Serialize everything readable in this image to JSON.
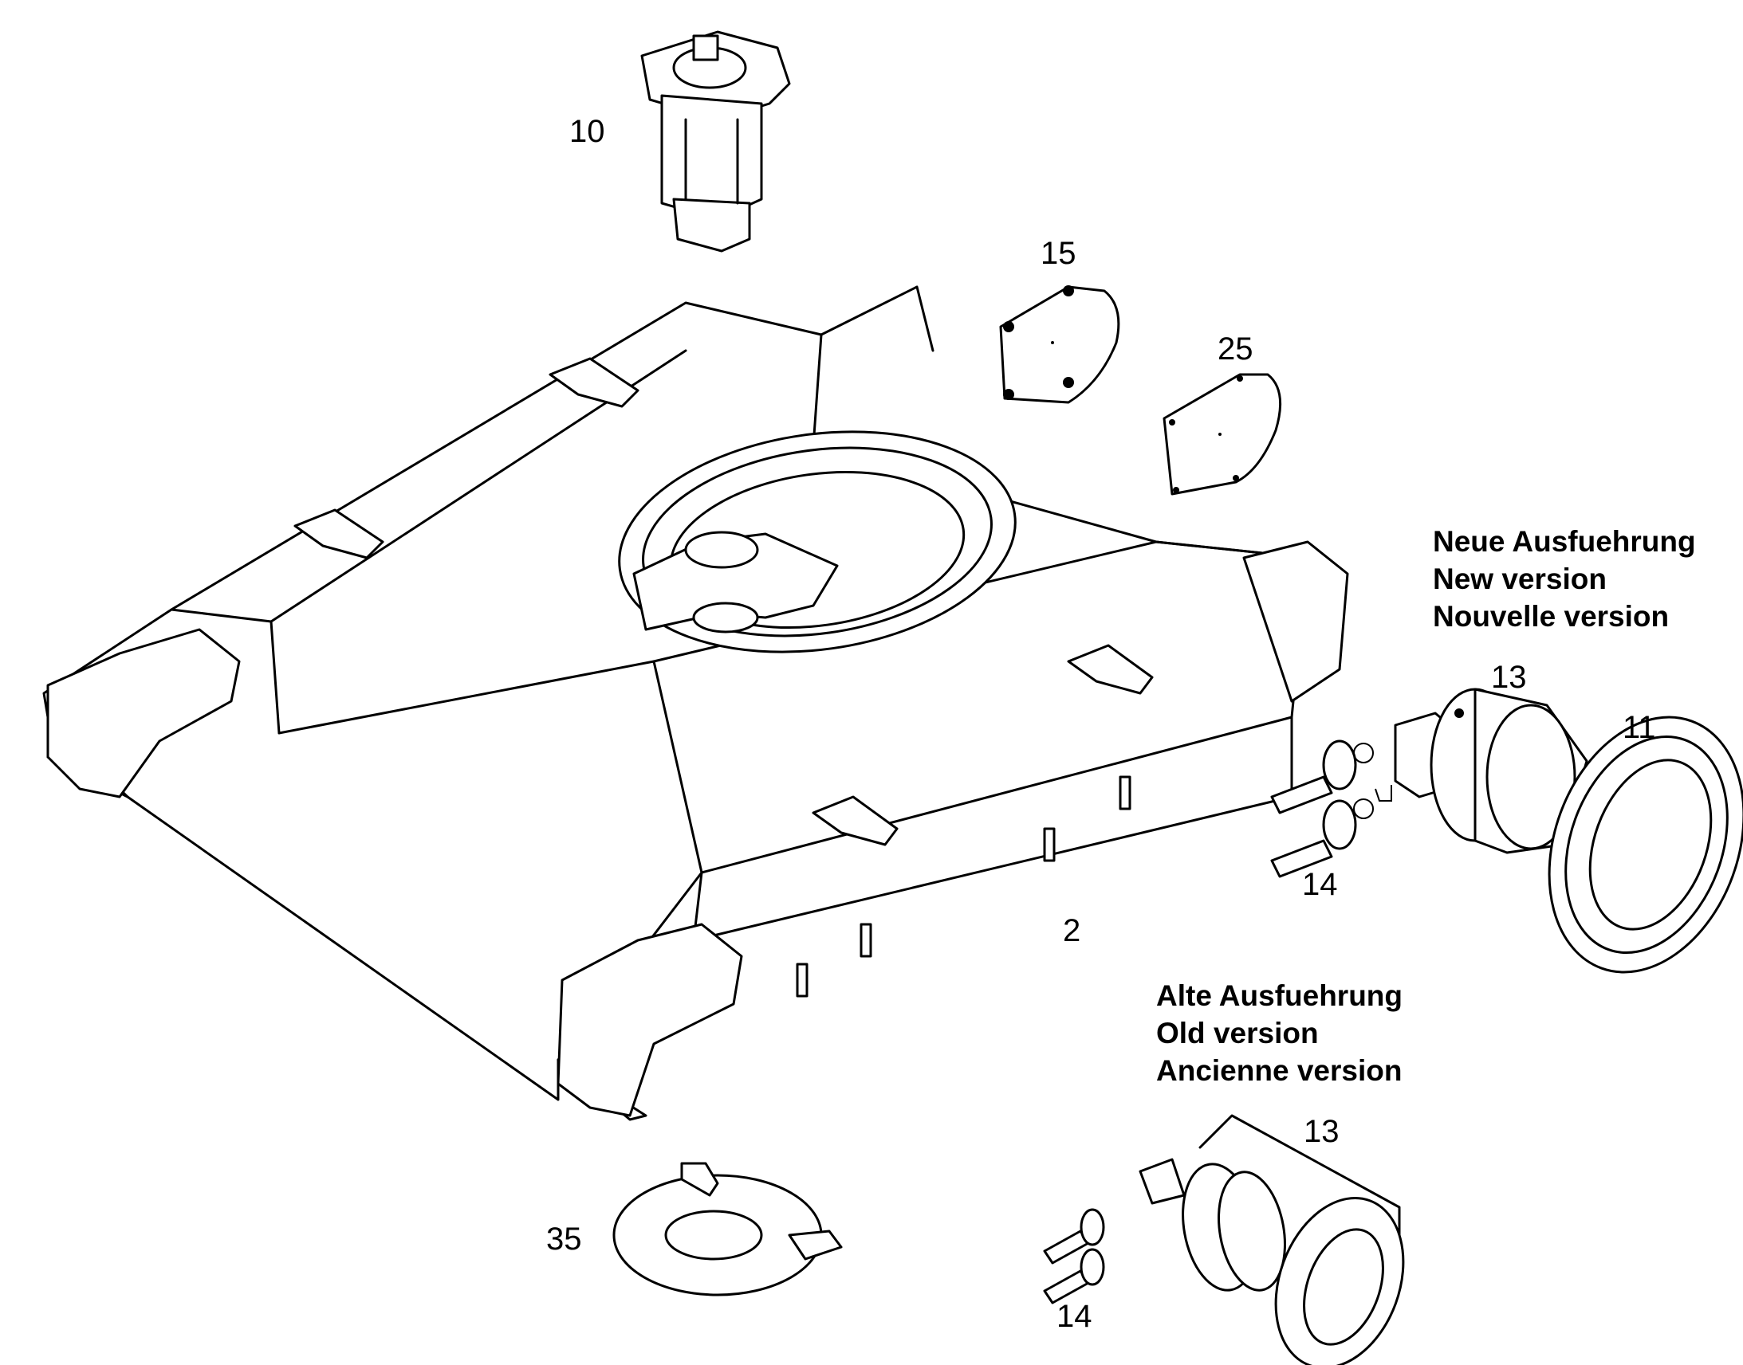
{
  "callouts": {
    "p10": "10",
    "p15": "15",
    "p25": "25",
    "p13_new": "13",
    "p11": "11",
    "p14_new": "14",
    "p2": "2",
    "p13_old": "13",
    "p14_old": "14",
    "p35": "35"
  },
  "new_version": {
    "de": "Neue Ausfuehrung",
    "en": "New version",
    "fr": "Nouvelle version"
  },
  "old_version": {
    "de": "Alte Ausfuehrung",
    "en": "Old version",
    "fr": "Ancienne version"
  }
}
